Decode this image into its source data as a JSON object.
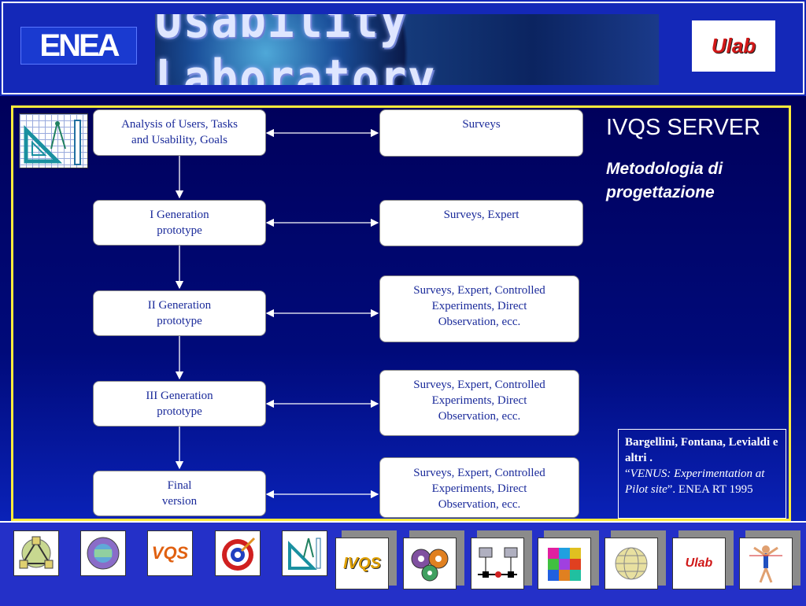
{
  "header": {
    "left_logo": "ENEA",
    "banner_title": "Usability Laboratory",
    "right_logo": "Ulab"
  },
  "diagram": {
    "left_boxes": [
      {
        "line1": "Analysis of Users, Tasks",
        "line2": "and Usability, Goals"
      },
      {
        "line1": "I Generation",
        "line2": "prototype"
      },
      {
        "line1": "II Generation",
        "line2": "prototype"
      },
      {
        "line1": "III Generation",
        "line2": "prototype"
      },
      {
        "line1": "Final",
        "line2": "version"
      }
    ],
    "right_boxes": [
      {
        "line1": "Surveys",
        "line2": "",
        "line3": ""
      },
      {
        "line1": "Surveys, Expert",
        "line2": "",
        "line3": ""
      },
      {
        "line1": "Surveys, Expert, Controlled",
        "line2": "Experiments, Direct",
        "line3": "Observation, ecc."
      },
      {
        "line1": "Surveys, Expert, Controlled",
        "line2": "Experiments, Direct",
        "line3": "Observation, ecc."
      },
      {
        "line1": "Surveys, Expert, Controlled",
        "line2": "Experiments, Direct",
        "line3": "Observation, ecc."
      }
    ]
  },
  "side": {
    "title": "IVQS SERVER",
    "subtitle": "Metodologia di progettazione"
  },
  "reference": {
    "authors": "Bargellini, Fontana, Levialdi e altri .",
    "quote_open": "“",
    "work_title": "VENUS: Experimentation at Pilot site",
    "rest": "”. ENEA RT 1995"
  },
  "footer": {
    "icon_names": [
      "network-map-icon",
      "www-globe-icon",
      "vqs-icon",
      "target-icon",
      "design-tools-icon",
      "ivqs-icon",
      "gears-icon",
      "lan-icon",
      "puzzle-icon",
      "globe-icon",
      "ulab-icon",
      "runner-icon"
    ],
    "vqs_label": "VQS",
    "ivqs_label": "IVQS",
    "ulab_label": "Ulab"
  },
  "colors": {
    "background": "#0a1a8c",
    "frame": "#ffeb3b",
    "box_text": "#1a2a9a"
  }
}
